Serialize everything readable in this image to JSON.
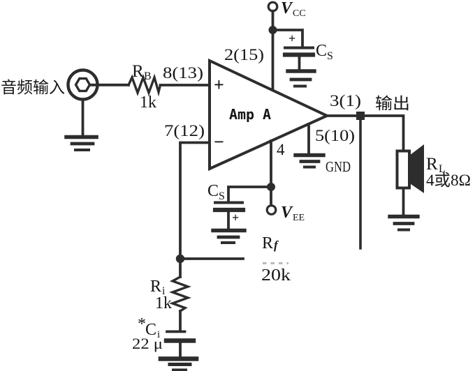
{
  "io": {
    "input_label": "音频输入",
    "output_label": "输出"
  },
  "opamp": {
    "name": "Amp A",
    "plus_sign": "+",
    "minus_sign": "−",
    "pins": {
      "noninverting": "8(13)",
      "inverting": "7(12)",
      "supply_top": "2(15)",
      "output": "3(1)",
      "ground": "5(10)",
      "supply_bottom": "4"
    }
  },
  "power": {
    "vcc": {
      "main": "V",
      "sub": "CC"
    },
    "vee": {
      "main": "V",
      "sub": "EE"
    },
    "ground_label": "GND"
  },
  "resistors": {
    "rb": {
      "name": "R",
      "sub": "B",
      "value": "1k"
    },
    "rf": {
      "name": "R",
      "sub": "f",
      "value": "20k"
    },
    "ri": {
      "name": "R",
      "sub": "i",
      "value": "1k"
    },
    "rl": {
      "name": "R",
      "sub": "L",
      "value": "4或8Ω"
    }
  },
  "capacitors": {
    "cs_top": {
      "name": "C",
      "sub": "S",
      "polarity": "+"
    },
    "cs_bottom": {
      "name": "C",
      "sub": "S",
      "polarity": "+"
    },
    "ci": {
      "prefix": "*",
      "name": "C",
      "sub": "i",
      "value": "22 μ"
    }
  },
  "colors": {
    "line": "#2d2d2d",
    "text": "#161616",
    "background": "#ffffff",
    "faded_line": "#b9b9b9"
  }
}
